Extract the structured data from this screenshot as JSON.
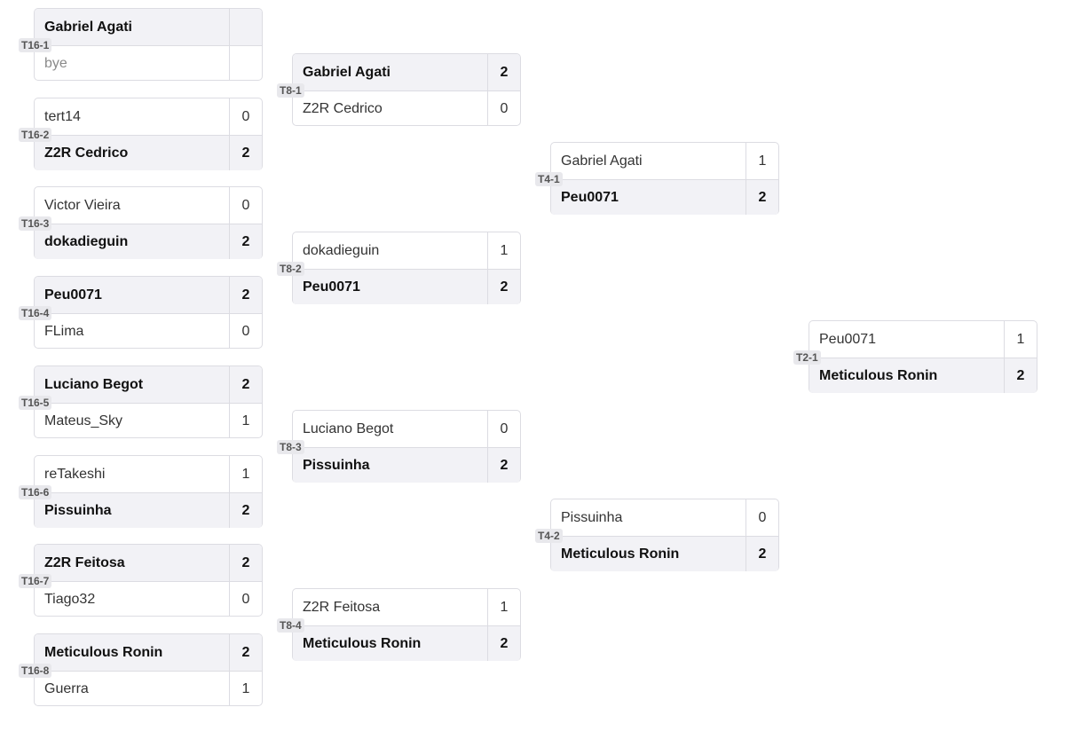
{
  "rounds": [
    {
      "name": "T16",
      "matches": [
        {
          "label": "T16-1",
          "p1": {
            "name": "Gabriel Agati",
            "score": "",
            "win": true
          },
          "p2": {
            "name": "bye",
            "score": "",
            "win": false,
            "bye": true
          }
        },
        {
          "label": "T16-2",
          "p1": {
            "name": "tert14",
            "score": "0",
            "win": false
          },
          "p2": {
            "name": "Z2R Cedrico",
            "score": "2",
            "win": true
          }
        },
        {
          "label": "T16-3",
          "p1": {
            "name": "Victor Vieira",
            "score": "0",
            "win": false
          },
          "p2": {
            "name": "dokadieguin",
            "score": "2",
            "win": true
          }
        },
        {
          "label": "T16-4",
          "p1": {
            "name": "Peu0071",
            "score": "2",
            "win": true
          },
          "p2": {
            "name": "FLima",
            "score": "0",
            "win": false
          }
        },
        {
          "label": "T16-5",
          "p1": {
            "name": "Luciano Begot",
            "score": "2",
            "win": true
          },
          "p2": {
            "name": "Mateus_Sky",
            "score": "1",
            "win": false
          }
        },
        {
          "label": "T16-6",
          "p1": {
            "name": "reTakeshi",
            "score": "1",
            "win": false
          },
          "p2": {
            "name": "Pissuinha",
            "score": "2",
            "win": true
          }
        },
        {
          "label": "T16-7",
          "p1": {
            "name": "Z2R Feitosa",
            "score": "2",
            "win": true
          },
          "p2": {
            "name": "Tiago32",
            "score": "0",
            "win": false
          }
        },
        {
          "label": "T16-8",
          "p1": {
            "name": "Meticulous Ronin",
            "score": "2",
            "win": true
          },
          "p2": {
            "name": "Guerra",
            "score": "1",
            "win": false
          }
        }
      ]
    },
    {
      "name": "T8",
      "matches": [
        {
          "label": "T8-1",
          "p1": {
            "name": "Gabriel Agati",
            "score": "2",
            "win": true
          },
          "p2": {
            "name": "Z2R Cedrico",
            "score": "0",
            "win": false
          }
        },
        {
          "label": "T8-2",
          "p1": {
            "name": "dokadieguin",
            "score": "1",
            "win": false
          },
          "p2": {
            "name": "Peu0071",
            "score": "2",
            "win": true
          }
        },
        {
          "label": "T8-3",
          "p1": {
            "name": "Luciano Begot",
            "score": "0",
            "win": false
          },
          "p2": {
            "name": "Pissuinha",
            "score": "2",
            "win": true
          }
        },
        {
          "label": "T8-4",
          "p1": {
            "name": "Z2R Feitosa",
            "score": "1",
            "win": false
          },
          "p2": {
            "name": "Meticulous Ronin",
            "score": "2",
            "win": true
          }
        }
      ]
    },
    {
      "name": "T4",
      "matches": [
        {
          "label": "T4-1",
          "p1": {
            "name": "Gabriel Agati",
            "score": "1",
            "win": false
          },
          "p2": {
            "name": "Peu0071",
            "score": "2",
            "win": true
          }
        },
        {
          "label": "T4-2",
          "p1": {
            "name": "Pissuinha",
            "score": "0",
            "win": false
          },
          "p2": {
            "name": "Meticulous Ronin",
            "score": "2",
            "win": true
          }
        }
      ]
    },
    {
      "name": "T2",
      "matches": [
        {
          "label": "T2-1",
          "p1": {
            "name": "Peu0071",
            "score": "1",
            "win": false
          },
          "p2": {
            "name": "Meticulous Ronin",
            "score": "2",
            "win": true
          }
        }
      ]
    }
  ]
}
